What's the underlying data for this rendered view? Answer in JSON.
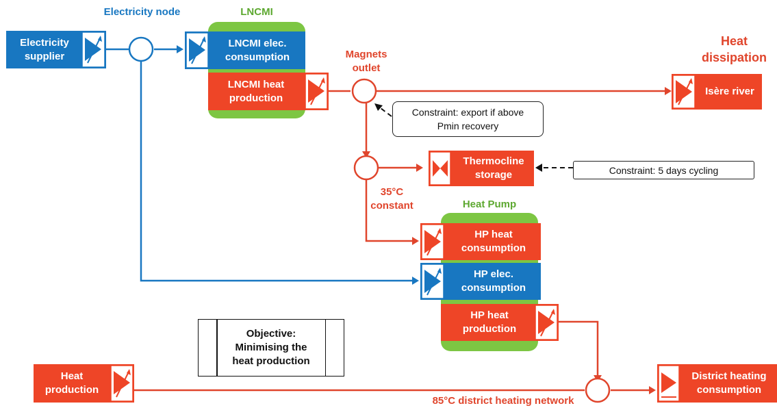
{
  "labels": {
    "electricity_node": "Electricity node",
    "lncmi": "LNCMI",
    "heat_pump": "Heat Pump",
    "magnets_outlet": "Magnets\noutlet",
    "heat_dissipation": "Heat\ndissipation",
    "temp_35": "35°C\nconstant",
    "dhn": "85°C district heating network"
  },
  "boxes": {
    "electricity_supplier": "Electricity\nsupplier",
    "lncmi_elec": "LNCMI elec.\nconsumption",
    "lncmi_heat": "LNCMI heat\nproduction",
    "isere_river": "Isère river",
    "thermocline": "Thermocline\nstorage",
    "hp_heat_consumption": "HP heat\nconsumption",
    "hp_elec_consumption": "HP elec.\nconsumption",
    "hp_heat_production": "HP heat\nproduction",
    "heat_production": "Heat\nproduction",
    "district_heating": "District heating\nconsumption"
  },
  "constraints": {
    "export": "Constraint: export if above\nPmin recovery",
    "cycling": "Constraint: 5 days cycling"
  },
  "objective": "Objective:\nMinimising the\nheat production",
  "colors": {
    "red": "#ee4527",
    "blue": "#1877c1",
    "green": "#7dc643"
  }
}
